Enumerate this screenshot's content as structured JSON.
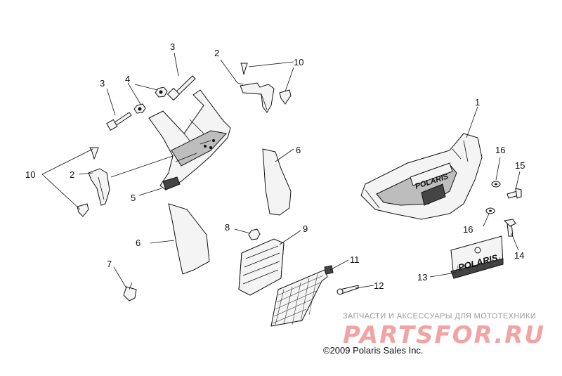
{
  "diagram": {
    "callouts": [
      {
        "id": "c1",
        "label": "1"
      },
      {
        "id": "c2a",
        "label": "2"
      },
      {
        "id": "c2b",
        "label": "2"
      },
      {
        "id": "c3a",
        "label": "3"
      },
      {
        "id": "c3b",
        "label": "3"
      },
      {
        "id": "c4",
        "label": "4"
      },
      {
        "id": "c5",
        "label": "5"
      },
      {
        "id": "c6a",
        "label": "6"
      },
      {
        "id": "c6b",
        "label": "6"
      },
      {
        "id": "c7",
        "label": "7"
      },
      {
        "id": "c8",
        "label": "8"
      },
      {
        "id": "c9",
        "label": "9"
      },
      {
        "id": "c10a",
        "label": "10"
      },
      {
        "id": "c10b",
        "label": "10"
      },
      {
        "id": "c11",
        "label": "11"
      },
      {
        "id": "c12",
        "label": "12"
      },
      {
        "id": "c13",
        "label": "13"
      },
      {
        "id": "c14",
        "label": "14"
      },
      {
        "id": "c15",
        "label": "15"
      },
      {
        "id": "c16a",
        "label": "16"
      },
      {
        "id": "c16b",
        "label": "16"
      }
    ],
    "bumper_logo": "POLARIS",
    "grille_logo": "POLARIS",
    "copyright": "©2009 Polaris Sales Inc."
  },
  "watermark": {
    "tagline": "ЗАПЧАСТИ И АКСЕССУАРЫ ДЛЯ МОТОТЕХНИКИ",
    "brand": "PARTSFOR.RU"
  },
  "colors": {
    "line": "#111111",
    "watermark_red": "#e85a5a",
    "watermark_gray": "#9a9a9a"
  }
}
